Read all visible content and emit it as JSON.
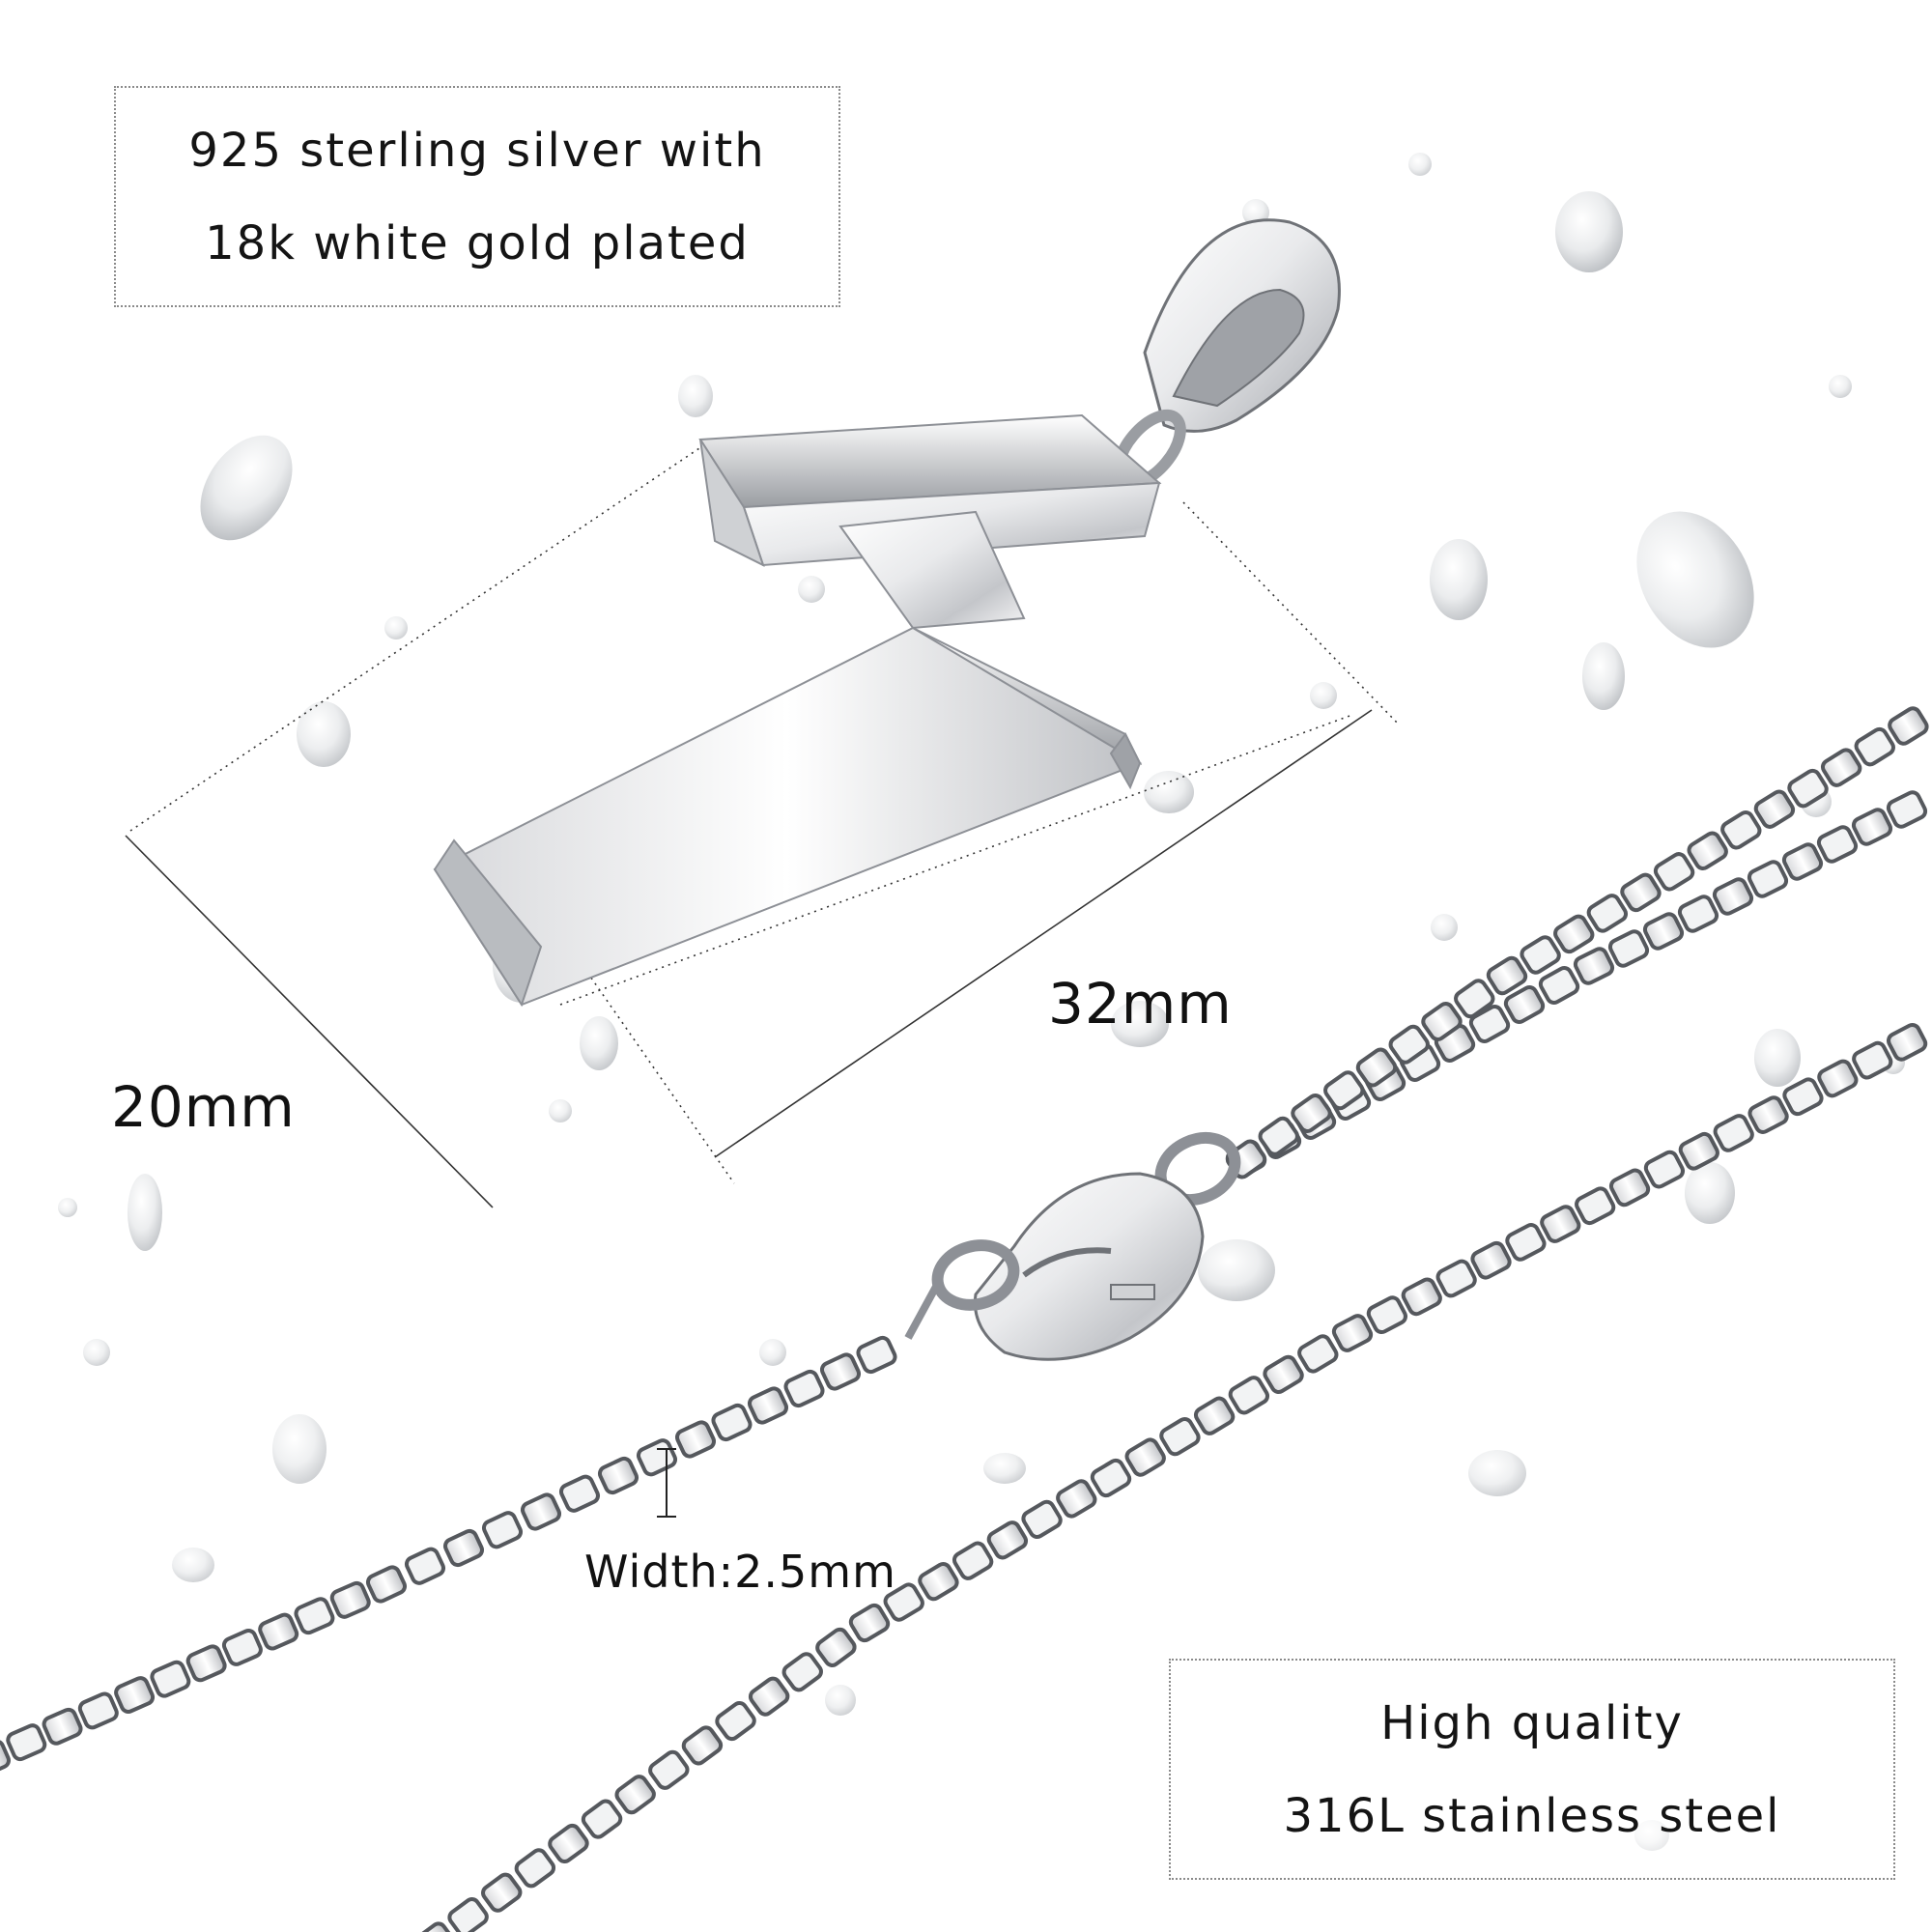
{
  "material_box": {
    "line1": "925 sterling silver with",
    "line2": "18k white gold plated"
  },
  "quality_box": {
    "line1": "High quality",
    "line2": "316L stainless steel"
  },
  "dimensions": {
    "length": "32mm",
    "height": "20mm",
    "chain_width": "Width:2.5mm"
  },
  "colors": {
    "background": "#ffffff",
    "metal_light": "#f4f4f6",
    "metal_dark": "#8d9096",
    "text": "#141414"
  },
  "icons": [
    "water-drop-icon",
    "cross-pendant-icon",
    "box-chain-icon",
    "lobster-clasp-icon"
  ]
}
